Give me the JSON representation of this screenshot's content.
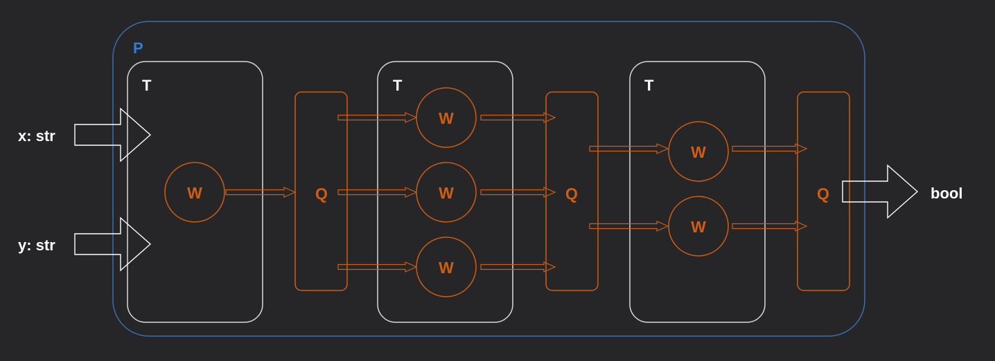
{
  "colors": {
    "background": "#262629",
    "process_border": "#3c6db0",
    "process_label": "#2d7fd9",
    "thread_border": "#d9d9d9",
    "worker": "#cf5d12",
    "queue": "#cf5d12",
    "io_arrow": "#ffffff"
  },
  "process": {
    "label": "P"
  },
  "threads": [
    {
      "label": "T"
    },
    {
      "label": "T"
    },
    {
      "label": "T"
    }
  ],
  "workers": [
    {
      "label": "W"
    },
    {
      "label": "W"
    },
    {
      "label": "W"
    },
    {
      "label": "W"
    },
    {
      "label": "W"
    },
    {
      "label": "W"
    }
  ],
  "queues": [
    {
      "label": "Q"
    },
    {
      "label": "Q"
    },
    {
      "label": "Q"
    }
  ],
  "inputs": [
    {
      "label": "x: str"
    },
    {
      "label": "y: str"
    }
  ],
  "output": {
    "label": "bool"
  }
}
